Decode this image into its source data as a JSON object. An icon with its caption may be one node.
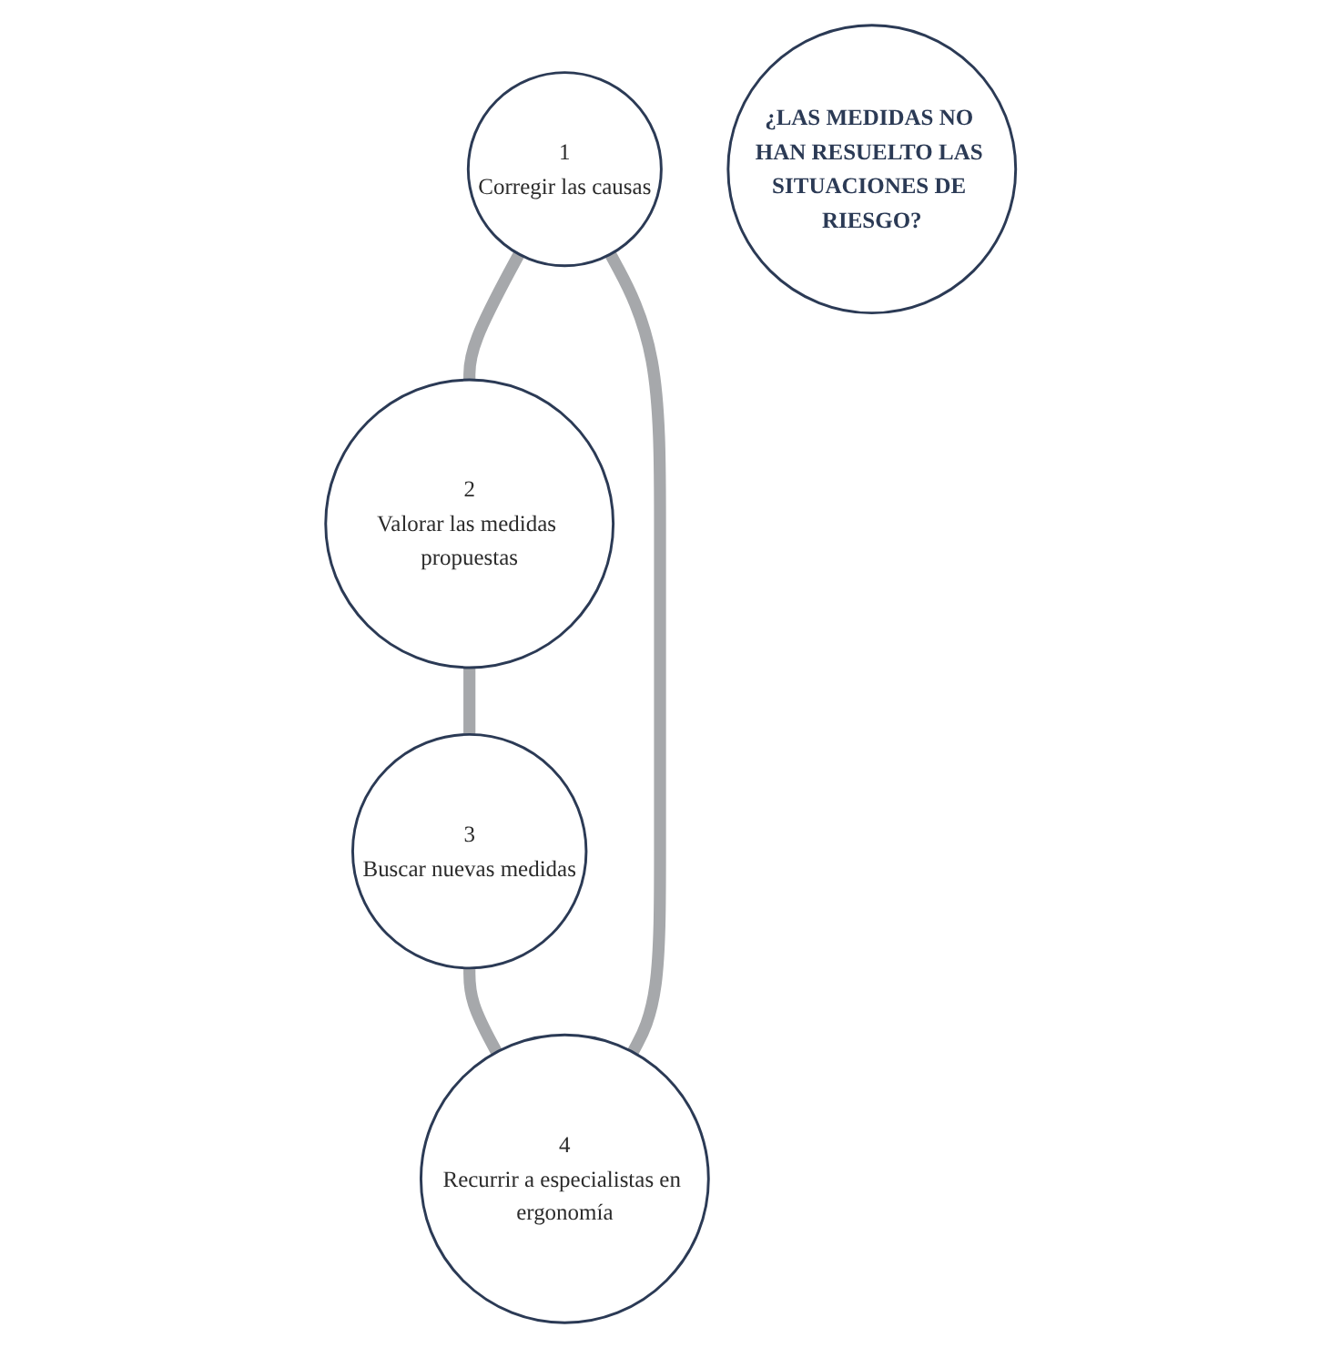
{
  "diagram": {
    "nodes": [
      {
        "text": [
          "1",
          "Corregir las causas"
        ]
      },
      {
        "text": [
          "4",
          "Recurrir a especialistas en ergonomía"
        ]
      },
      {
        "text": [
          "¿LAS MEDIDAS NO HAN RESUELTO LAS SITUACIONES DE RIESGO?"
        ]
      },
      {
        "text": [
          "2",
          "Valorar las medidas propuestas"
        ]
      },
      {
        "text": [
          "3",
          "Buscar nuevas medidas"
        ]
      }
    ],
    "edges": [
      {
        "from": 0,
        "to": 3,
        "arrow": "none"
      },
      {
        "from": 3,
        "to": 4,
        "arrow": "none"
      },
      {
        "from": 4,
        "to": 1,
        "arrow": "none"
      },
      {
        "from": 1,
        "to": 0,
        "arrow": "none"
      }
    ]
  }
}
